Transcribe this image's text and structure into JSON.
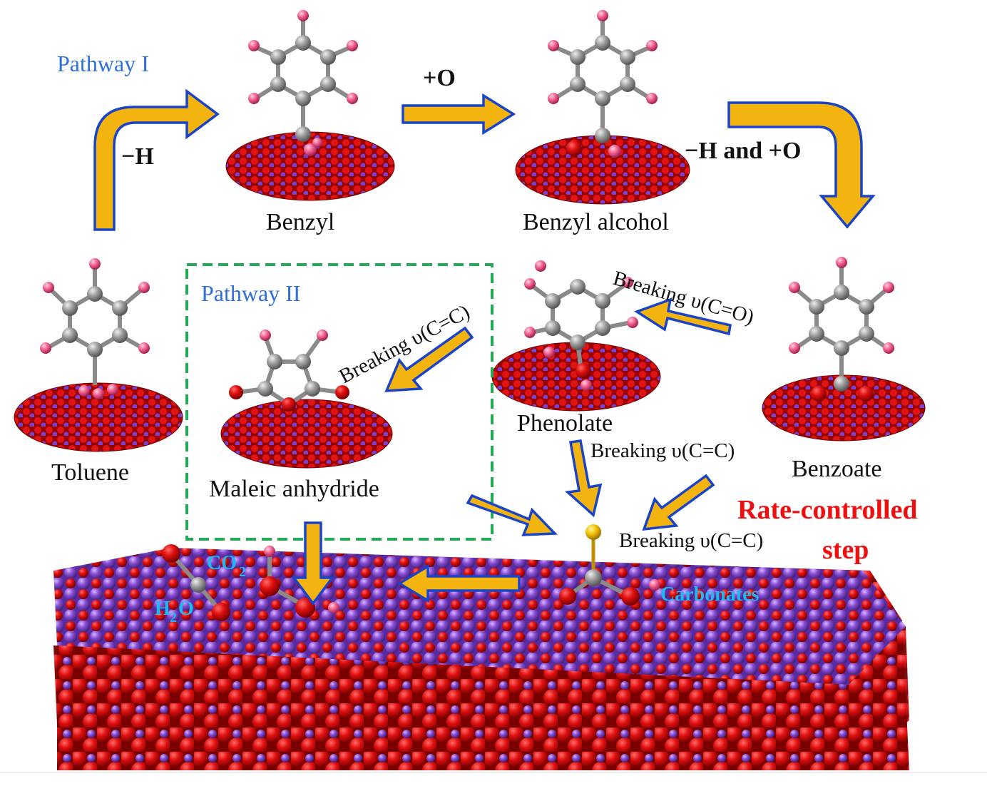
{
  "labels": {
    "pathway1": "Pathway  I",
    "pathway2": "Pathway  II",
    "toluene": "Toluene",
    "benzyl": "Benzyl",
    "benzyl_alcohol": "Benzyl alcohol",
    "benzoate": "Benzoate",
    "phenolate": "Phenolate",
    "maleic_anhydride": "Maleic  anhydride",
    "step_minus_h": "−H",
    "step_plus_o": "+O",
    "step_minus_h_plus_o": "−H and +O",
    "breaking_co": "Breaking υ(C=O)",
    "breaking_cc_1": "Breaking υ(C=C)",
    "breaking_cc_2": "Breaking υ(C=C)",
    "breaking_cc_3": "Breaking υ(C=C)",
    "rate_controlled_line1": "Rate-controlled",
    "rate_controlled_line2": "step",
    "co2_co": "CO",
    "co2_sub": "2",
    "h2o_h": "H",
    "h2o_sub": "2",
    "h2o_o": "O",
    "carbonates": "Carbonates"
  },
  "colors": {
    "oxygen": "#e01010",
    "metal": "#8a4fd6",
    "carbon": "#9a9a9a",
    "hydrogen": "#f06090",
    "arrow_fill": "#f4b410",
    "arrow_stroke": "#1a44c8",
    "pathway_box": "#22aa55"
  }
}
